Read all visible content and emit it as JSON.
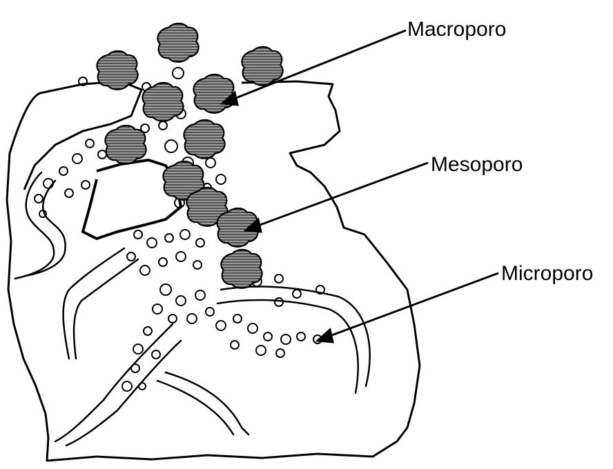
{
  "labels": {
    "macroporo": "Macroporo",
    "mesoporo": "Mesoporo",
    "microporo": "Microporo"
  },
  "colors": {
    "ink": "#000000",
    "background": "#ffffff",
    "aggregate_fill": "#8f8f8f"
  }
}
